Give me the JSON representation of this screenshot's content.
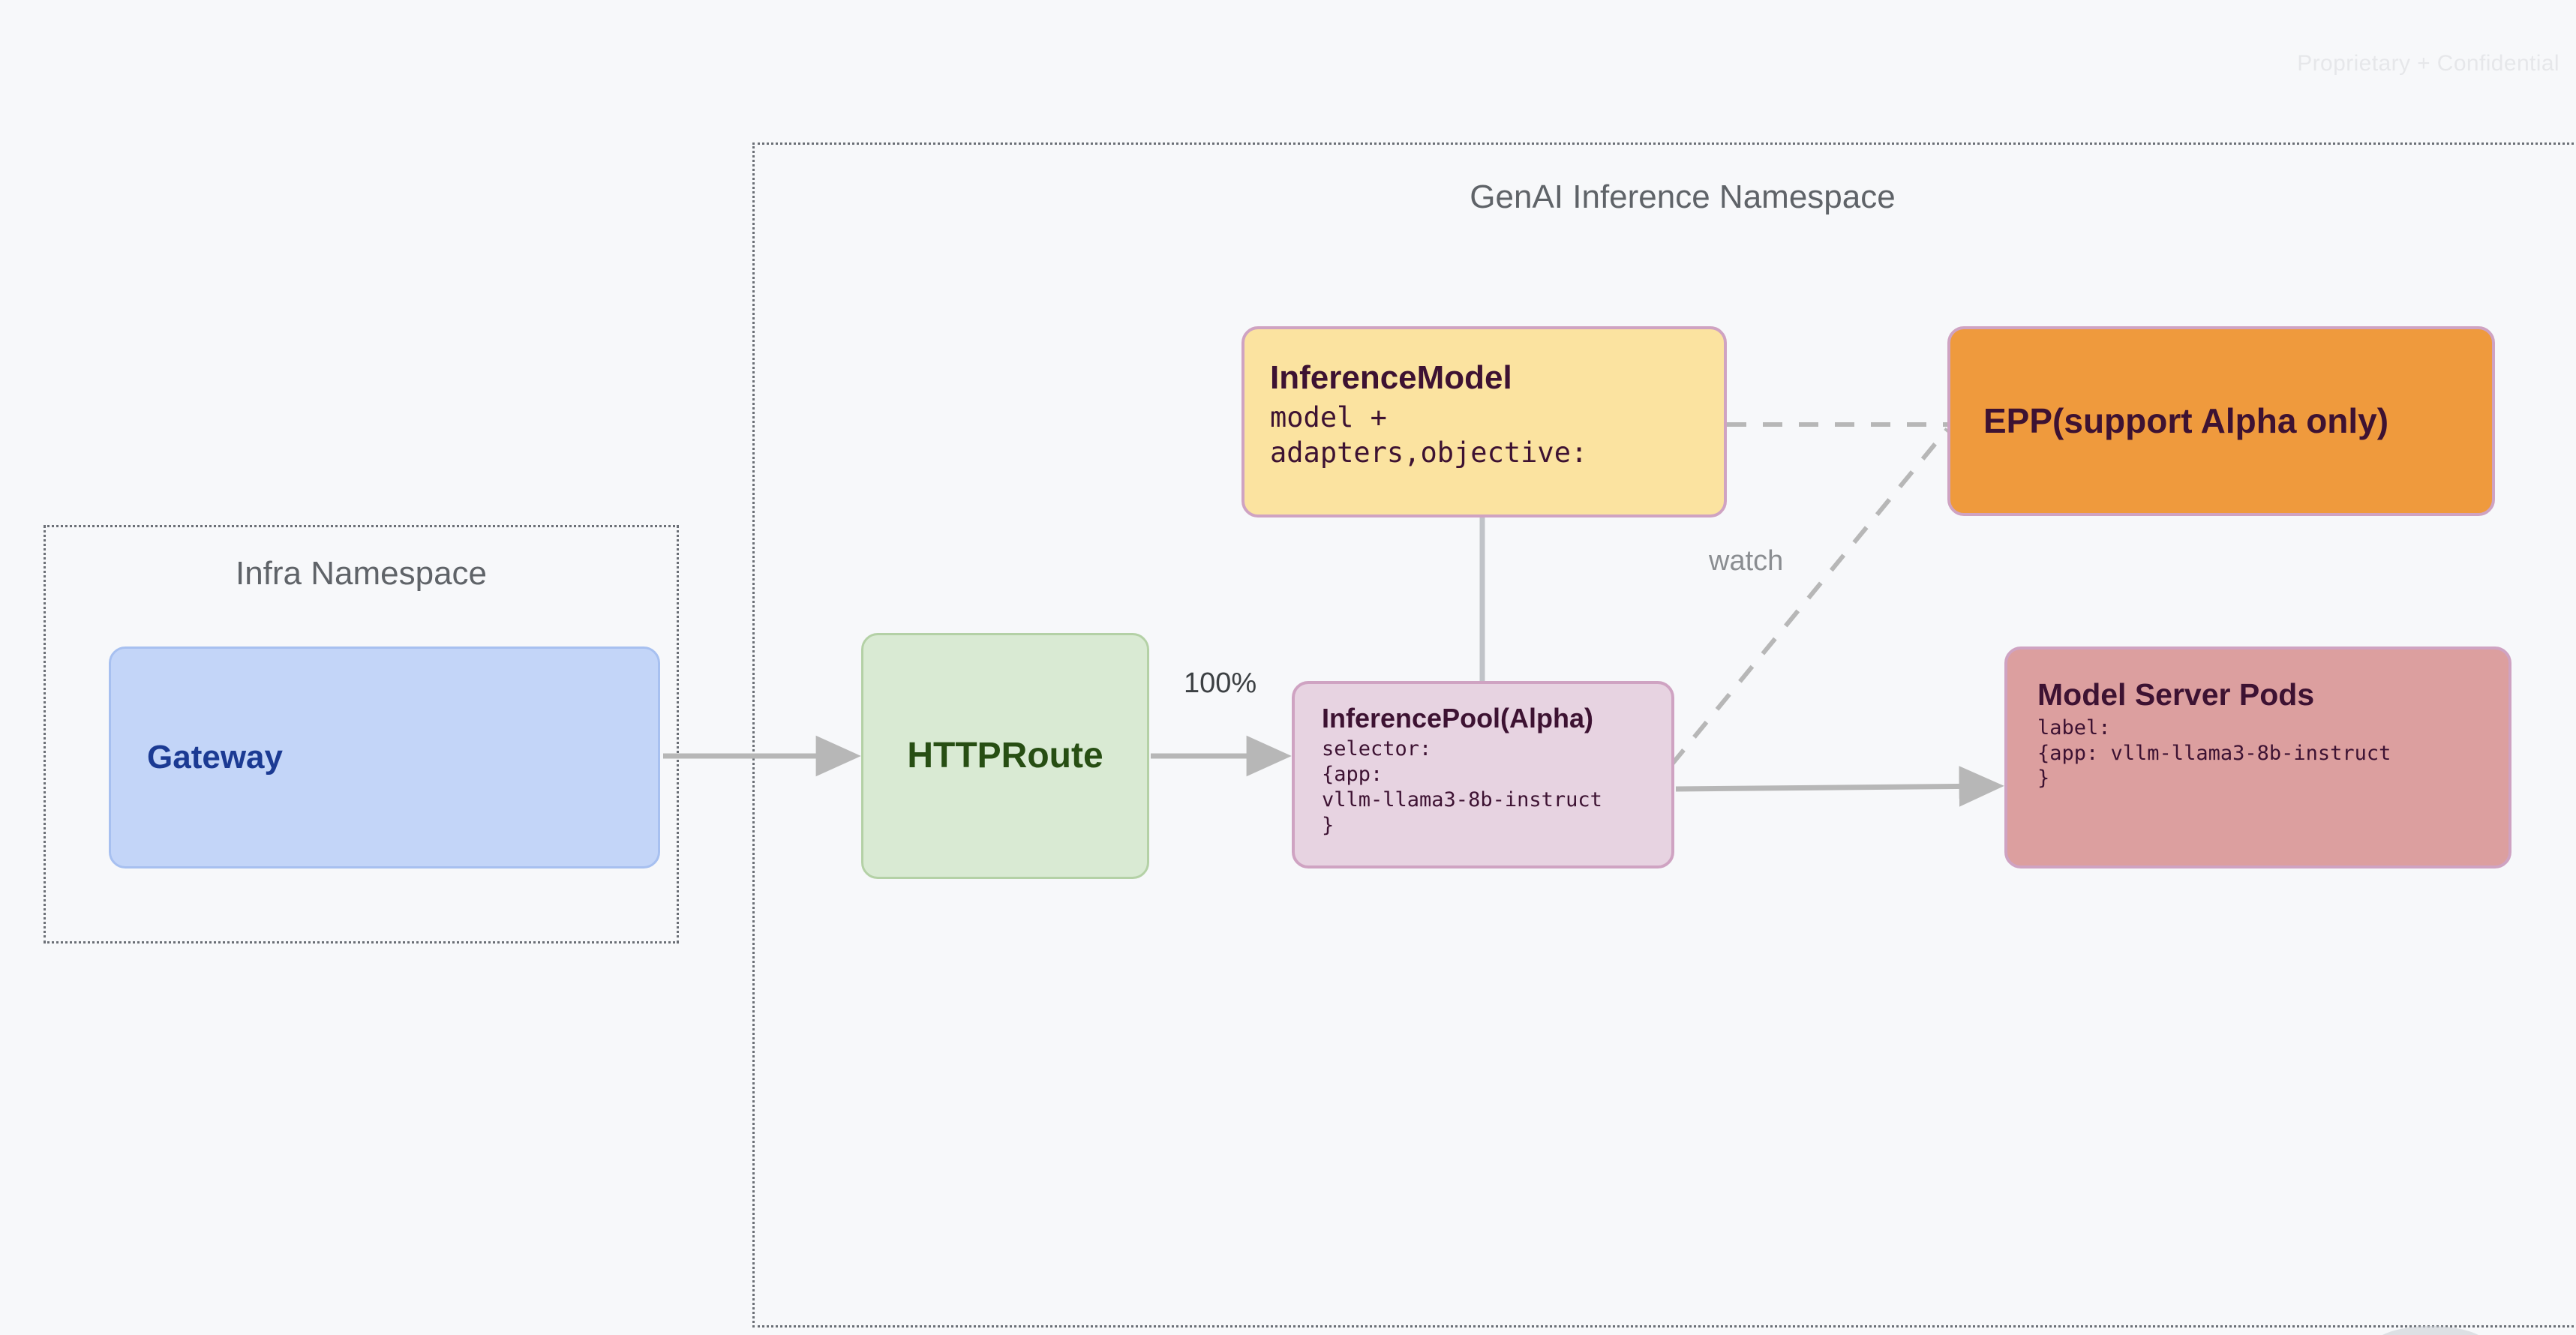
{
  "page": {
    "watermark": "Proprietary + Confidential",
    "background_color": "#f7f8fa"
  },
  "namespaces": [
    {
      "id": "infra",
      "title": "Infra Namespace",
      "border_style": "dotted",
      "border_color": "#6b6f76"
    },
    {
      "id": "genai",
      "title": "GenAI Inference Namespace",
      "border_style": "dotted",
      "border_color": "#6b6f76"
    }
  ],
  "nodes": {
    "gateway": {
      "title": "Gateway",
      "fill": "#c3d5f8",
      "text_color": "#1b3a93"
    },
    "httproute": {
      "title": "HTTPRoute",
      "fill": "#d9ead3",
      "text_color": "#274e13"
    },
    "inferencemodel": {
      "title": "InferenceModel",
      "sub": "model +\nadapters,objective:",
      "fill": "#fbe3a0",
      "text_color": "#3d1232"
    },
    "epp": {
      "title": "EPP(support Alpha only)",
      "fill": "#ef9a3d",
      "text_color": "#3d1232"
    },
    "inferencepool": {
      "title": "InferencePool(Alpha)",
      "sub": "selector:\n{app:\nvllm-llama3-8b-instruct\n}",
      "fill": "#e7d3e1",
      "text_color": "#3d1232"
    },
    "modelserverpods": {
      "title": "Model Server Pods",
      "sub": "label:\n{app: vllm-llama3-8b-instruct\n}",
      "fill": "#dc9f9f",
      "text_color": "#3d1232"
    }
  },
  "edges": {
    "gateway_to_httproute": {
      "label": "",
      "style": "solid",
      "arrow": true
    },
    "httproute_to_inferencepool": {
      "label": "100%",
      "style": "solid",
      "arrow": true
    },
    "inferencemodel_to_inferencepool": {
      "label": "",
      "style": "solid",
      "arrow": false
    },
    "inferencemodel_to_epp": {
      "label": "",
      "style": "dashed",
      "arrow": false
    },
    "inferencepool_to_epp": {
      "label": "watch",
      "style": "dashed",
      "arrow": false
    },
    "inferencepool_to_modelserverpods": {
      "label": "",
      "style": "solid",
      "arrow": true
    }
  },
  "edge_color": "#b7b7b7"
}
